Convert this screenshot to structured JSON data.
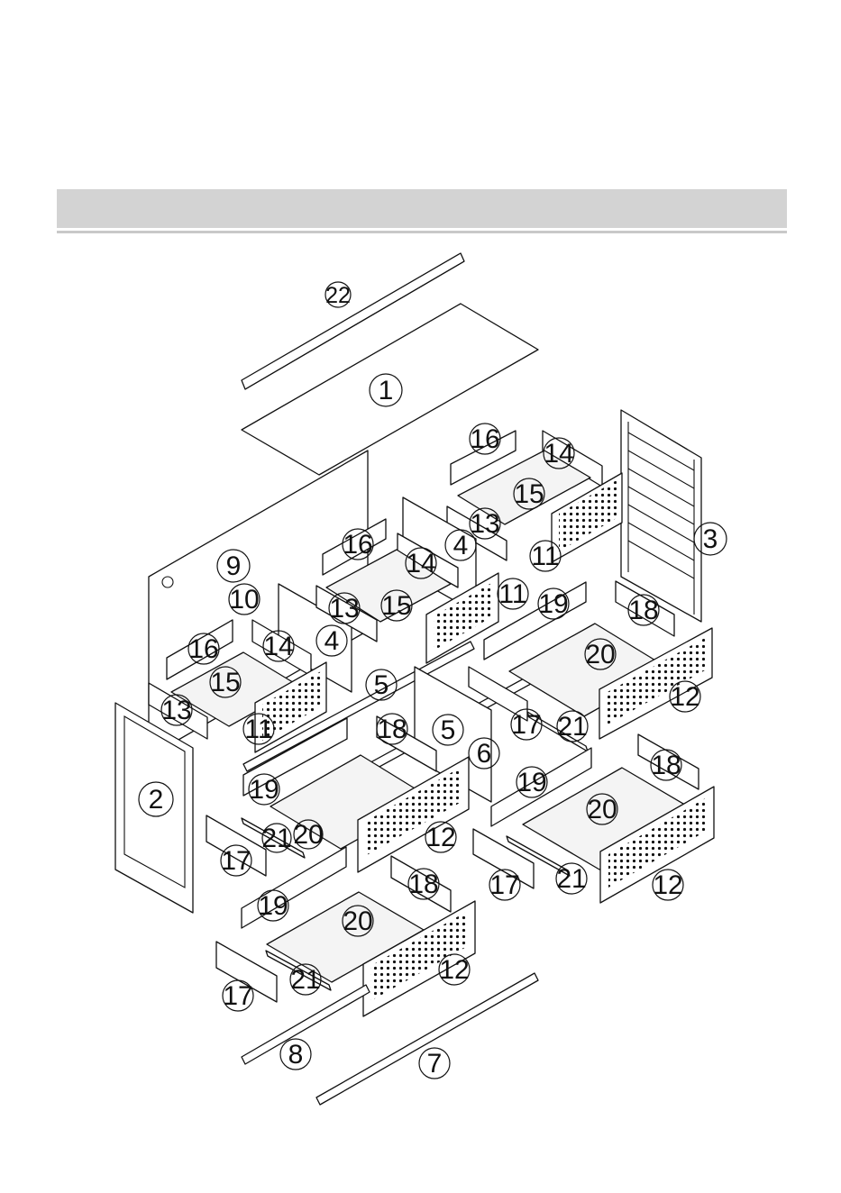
{
  "labels": {
    "p1": "1",
    "p2": "2",
    "p3": "3",
    "p4a": "4",
    "p4b": "4",
    "p5a": "5",
    "p5b": "5",
    "p6": "6",
    "p7": "7",
    "p8": "8",
    "p9": "9",
    "p10": "10",
    "p11a": "11",
    "p11b": "11",
    "p11c": "11",
    "p12a": "12",
    "p12b": "12",
    "p12c": "12",
    "p12d": "12",
    "p13a": "13",
    "p13b": "13",
    "p13c": "13",
    "p14a": "14",
    "p14b": "14",
    "p14c": "14",
    "p15a": "15",
    "p15b": "15",
    "p15c": "15",
    "p16a": "16",
    "p16b": "16",
    "p16c": "16",
    "p17a": "17",
    "p17b": "17",
    "p17c": "17",
    "p17d": "17",
    "p18a": "18",
    "p18b": "18",
    "p18c": "18",
    "p18d": "18",
    "p19a": "19",
    "p19b": "19",
    "p19c": "19",
    "p19d": "19",
    "p20a": "20",
    "p20b": "20",
    "p20c": "20",
    "p20d": "20",
    "p21a": "21",
    "p21b": "21",
    "p21c": "21",
    "p21d": "21",
    "p22": "22"
  }
}
